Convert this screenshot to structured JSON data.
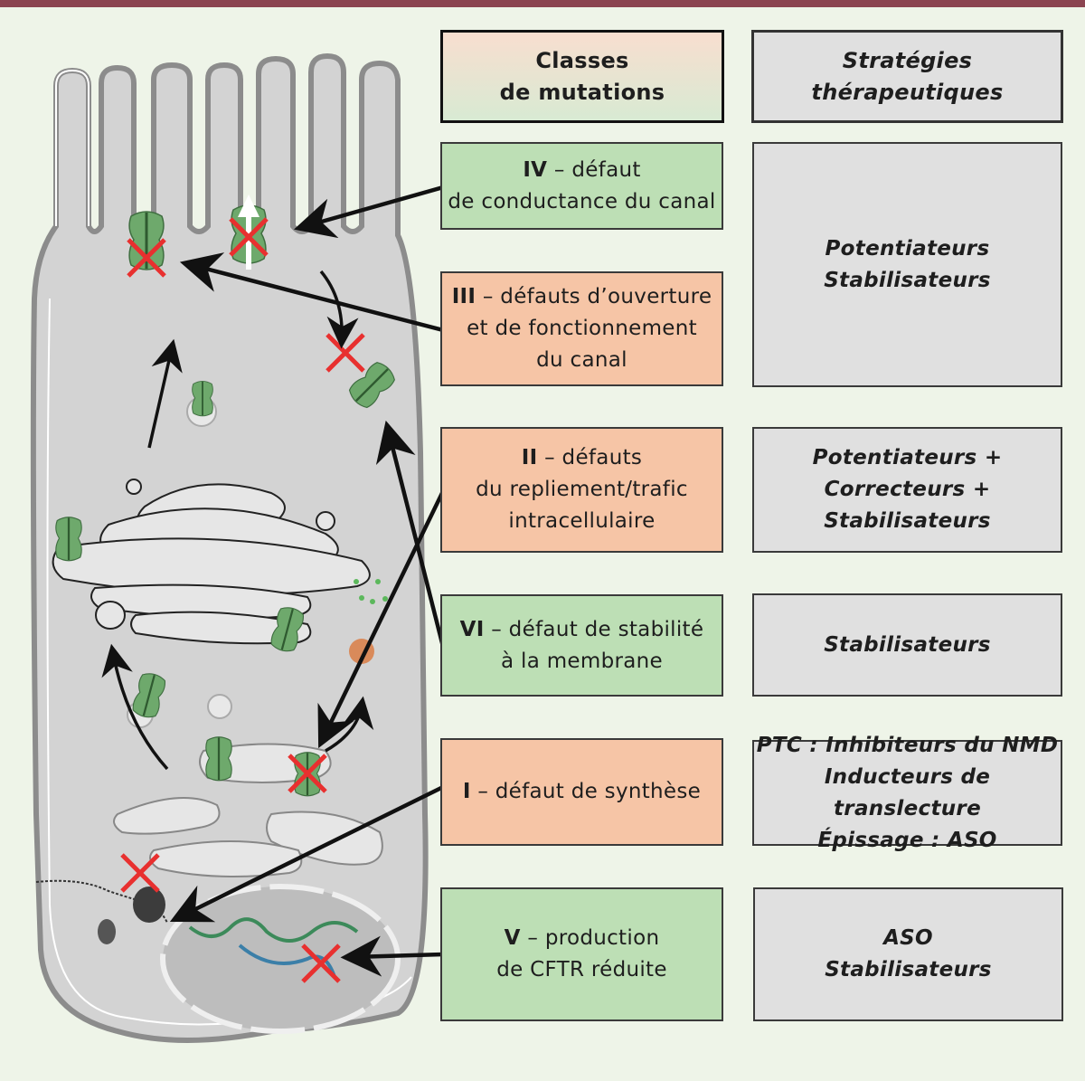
{
  "header": {
    "classes_title": [
      "Classes",
      "de mutations"
    ],
    "strategies_title": [
      "Stratégies",
      "thérapeutiques"
    ]
  },
  "classes": [
    {
      "numeral": "IV",
      "lines": [
        "– défaut",
        "de conductance du canal"
      ],
      "color": "green"
    },
    {
      "numeral": "III",
      "lines": [
        "– défauts d’ouverture",
        "et de fonctionnement",
        "du canal"
      ],
      "color": "orange"
    },
    {
      "numeral": "II",
      "lines": [
        "– défauts",
        "du repliement/trafic",
        "intracellulaire"
      ],
      "color": "orange"
    },
    {
      "numeral": "VI",
      "lines": [
        "– défaut de stabilité",
        "à la membrane"
      ],
      "color": "green"
    },
    {
      "numeral": "I",
      "lines": [
        "– défaut de synthèse"
      ],
      "color": "orange"
    },
    {
      "numeral": "V",
      "lines": [
        "– production",
        "de CFTR réduite"
      ],
      "color": "green"
    }
  ],
  "strategies": [
    {
      "lines": [
        "Potentiateurs",
        "Stabilisateurs"
      ],
      "applies_to": [
        "IV",
        "III"
      ]
    },
    {
      "lines": [
        "Potentiateurs +",
        "Correcteurs +",
        "Stabilisateurs"
      ],
      "applies_to": [
        "II"
      ]
    },
    {
      "lines": [
        "Stabilisateurs"
      ],
      "applies_to": [
        "VI"
      ]
    },
    {
      "lines": [
        "PTC : Inhibiteurs du NMD",
        "Inducteurs de translecture",
        "Épissage : ASO"
      ],
      "applies_to": [
        "I"
      ]
    },
    {
      "lines": [
        "ASO",
        "Stabilisateurs"
      ],
      "applies_to": [
        "V"
      ]
    }
  ],
  "colors": {
    "top_bar": "#8b4450",
    "background": "#eef4e8",
    "class_green": "#bddfb5",
    "class_orange": "#f6c5a6",
    "strategy_grey": "#e0e0e0",
    "channel_green": "#6aa66a",
    "block_red": "#e8302f"
  }
}
